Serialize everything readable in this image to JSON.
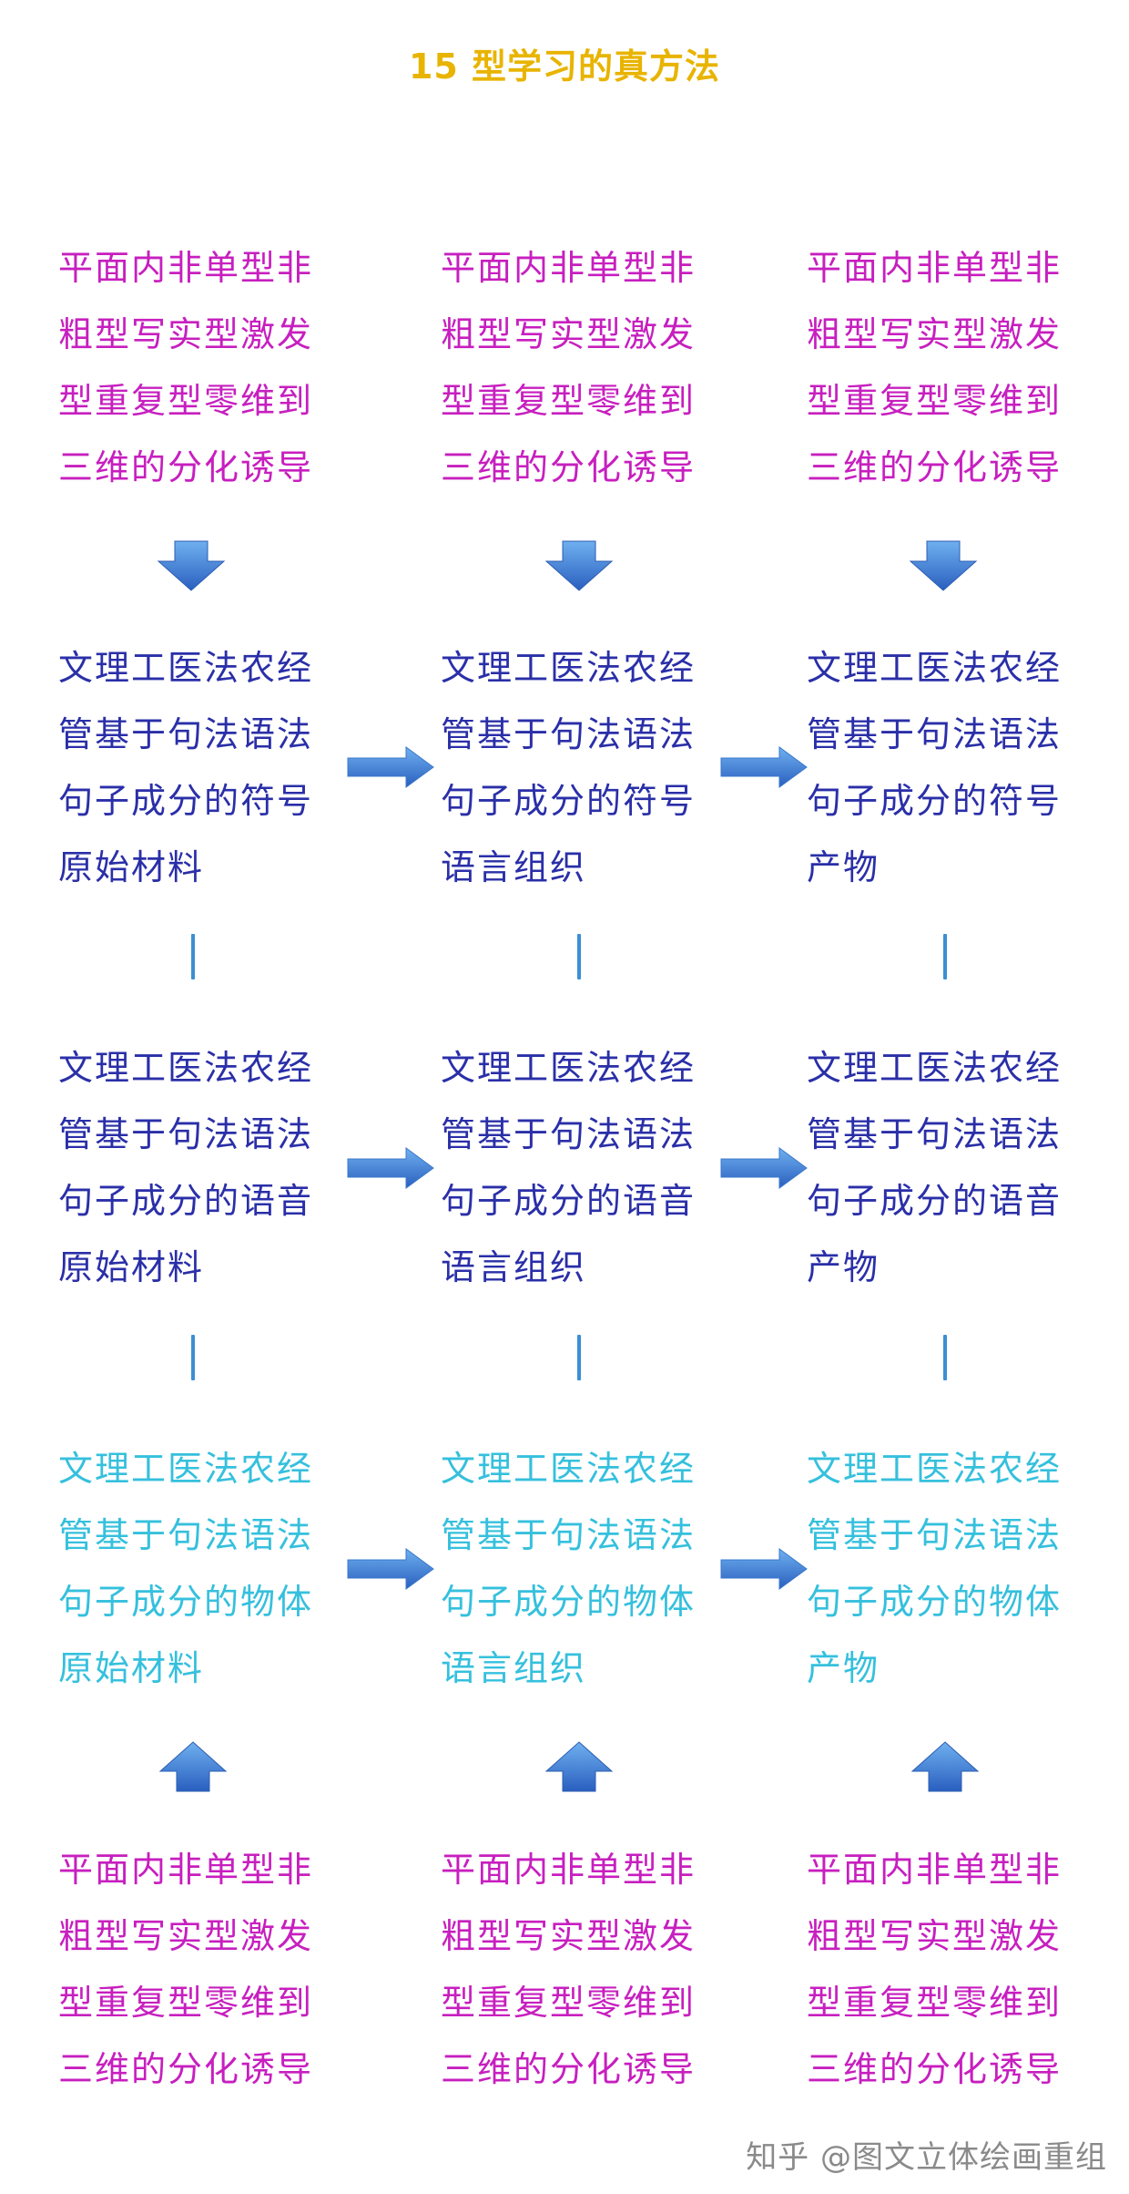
{
  "title": "15 型学习的真方法",
  "colors": {
    "title": "#e8b400",
    "magenta_text": "#c71fbf",
    "navy_text": "#2a2fa8",
    "cyan_text": "#35c0dd",
    "arrow_blue": "#3d7fd6",
    "connector": "#3b8fd4"
  },
  "rows": [
    {
      "color": "magenta",
      "cells": [
        [
          "平面内非单型非",
          "粗型写实型激发",
          "型重复型零维到",
          "三维的分化诱导"
        ],
        [
          "平面内非单型非",
          "粗型写实型激发",
          "型重复型零维到",
          "三维的分化诱导"
        ],
        [
          "平面内非单型非",
          "粗型写实型激发",
          "型重复型零维到",
          "三维的分化诱导"
        ]
      ]
    },
    {
      "color": "navy",
      "cells": [
        [
          "文理工医法农经",
          "管基于句法语法",
          "句子成分的符号",
          "原始材料"
        ],
        [
          "文理工医法农经",
          "管基于句法语法",
          "句子成分的符号",
          "语言组织"
        ],
        [
          "文理工医法农经",
          "管基于句法语法",
          "句子成分的符号",
          "产物"
        ]
      ]
    },
    {
      "color": "navy",
      "cells": [
        [
          "文理工医法农经",
          "管基于句法语法",
          "句子成分的语音",
          "原始材料"
        ],
        [
          "文理工医法农经",
          "管基于句法语法",
          "句子成分的语音",
          "语言组织"
        ],
        [
          "文理工医法农经",
          "管基于句法语法",
          "句子成分的语音",
          "产物"
        ]
      ]
    },
    {
      "color": "cyan",
      "cells": [
        [
          "文理工医法农经",
          "管基于句法语法",
          "句子成分的物体",
          "原始材料"
        ],
        [
          "文理工医法农经",
          "管基于句法语法",
          "句子成分的物体",
          "语言组织"
        ],
        [
          "文理工医法农经",
          "管基于句法语法",
          "句子成分的物体",
          "产物"
        ]
      ]
    },
    {
      "color": "magenta",
      "cells": [
        [
          "平面内非单型非",
          "粗型写实型激发",
          "型重复型零维到",
          "三维的分化诱导"
        ],
        [
          "平面内非单型非",
          "粗型写实型激发",
          "型重复型零维到",
          "三维的分化诱导"
        ],
        [
          "平面内非单型非",
          "粗型写实型激发",
          "型重复型零维到",
          "三维的分化诱导"
        ]
      ]
    }
  ],
  "arrows": {
    "down_row": "down-arrow-icon",
    "right_row": "right-arrow-icon",
    "up_row": "up-arrow-icon",
    "connector": "vertical-connector"
  },
  "footer": "知乎 @图文立体绘画重组"
}
